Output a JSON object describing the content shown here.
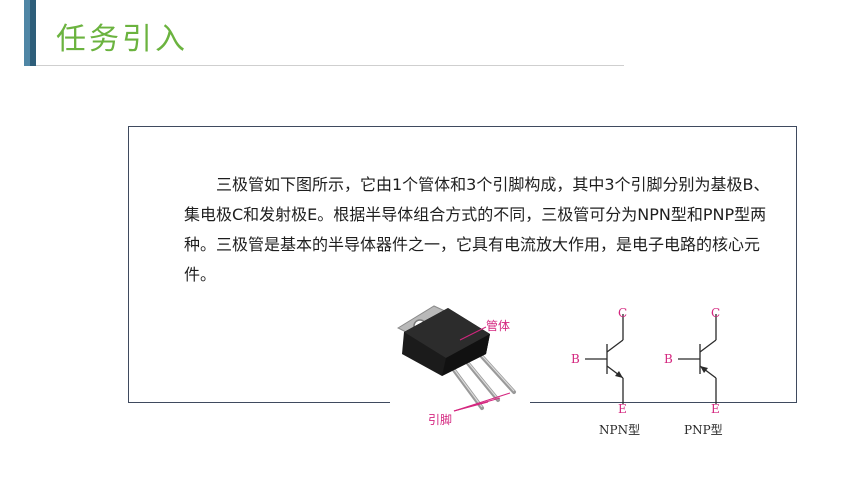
{
  "header": {
    "title": "任务引入"
  },
  "content": {
    "paragraph": "三极管如下图所示，它由1个管体和3个引脚构成，其中3个引脚分别为基极B、集电极C和发射极E。根据半导体组合方式的不同，三极管可分为NPN型和PNP型两种。三极管是基本的半导体器件之一，它具有电流放大作用，是电子电路的核心元件。"
  },
  "figure": {
    "body_label": "管体",
    "pins_label": "引脚",
    "npn": {
      "c": "C",
      "b": "B",
      "e": "E",
      "caption": "NPN型"
    },
    "pnp": {
      "c": "C",
      "b": "B",
      "e": "E",
      "caption": "PNP型"
    }
  },
  "colors": {
    "title": "#6bb33f",
    "accent": "#4f86a5",
    "label": "#d4267f",
    "frame": "#3f4a5e"
  }
}
